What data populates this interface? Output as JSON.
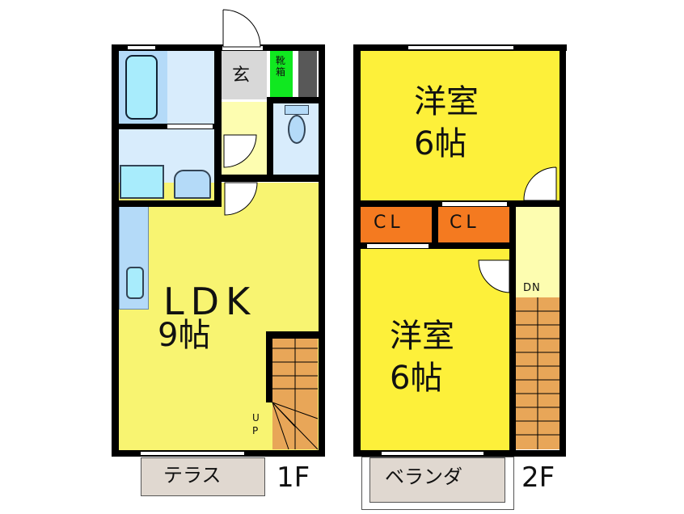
{
  "floor1": {
    "label": "1F",
    "rooms": {
      "entrance": "玄",
      "shoe_box": "靴箱",
      "ldk": {
        "name": "LDK",
        "size": "9帖"
      },
      "stairs_up": "UP",
      "terrace": "テラス"
    }
  },
  "floor2": {
    "label": "2F",
    "rooms": {
      "western_room_1": {
        "name": "洋室",
        "size": "6帖"
      },
      "western_room_2": {
        "name": "洋室",
        "size": "6帖"
      },
      "closet_1": "CL",
      "closet_2": "CL",
      "stairs_down": "DN",
      "balcony": "ベランダ"
    }
  },
  "colors": {
    "wall": "#000000",
    "ldk_yellow": "#f8f471",
    "room_yellow": "#fdf03a",
    "hall_cream": "#fdfdb0",
    "wet_blue": "#d8ecfc",
    "bath_blue": "#b4daf8",
    "tub_cyan": "#a8ecfc",
    "entrance_gray": "#d8d8d8",
    "shoe_green": "#10e820",
    "dark_gray": "#585858",
    "closet_orange": "#f47a20",
    "stairs_orange": "#e8a658",
    "terrace_beige": "#e0d8d0"
  }
}
